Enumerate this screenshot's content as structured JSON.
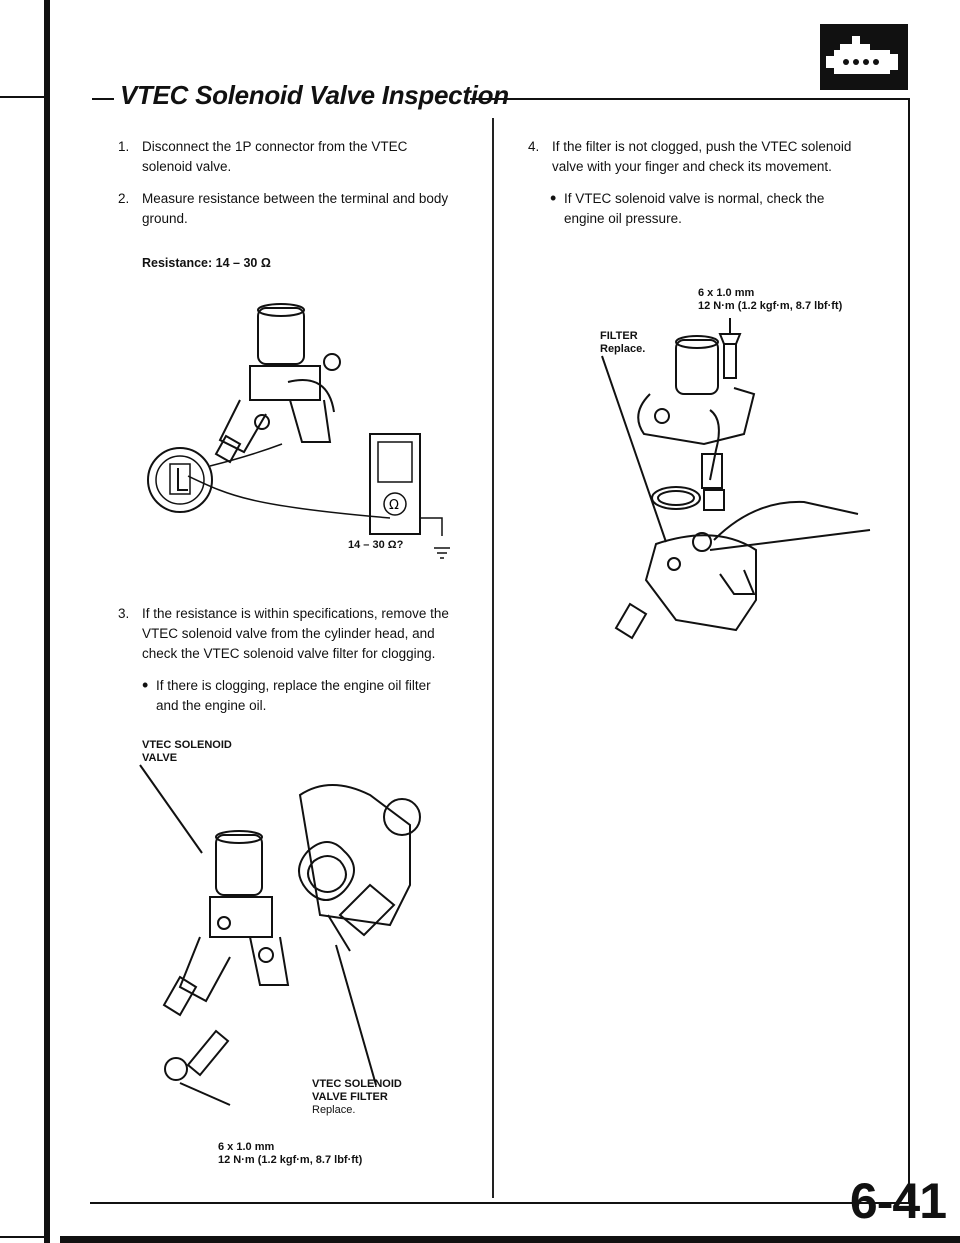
{
  "header": {
    "title": "VTEC Solenoid Valve Inspection",
    "section_icon": "engine-icon"
  },
  "left_column": {
    "steps": [
      {
        "number": "1.",
        "lines": [
          "Disconnect the 1P connector from the VTEC",
          "solenoid valve."
        ]
      },
      {
        "number": "2.",
        "lines": [
          "Measure resistance between the terminal and body",
          "ground."
        ]
      }
    ],
    "resistance_spec": "Resistance: 14 – 30 Ω",
    "meter_label": "14 – 30 Ω?",
    "step3": {
      "number": "3.",
      "lines": [
        "If the resistance is within specifications, remove the",
        "VTEC solenoid valve from the cylinder head, and",
        "check the VTEC solenoid valve filter for clogging."
      ]
    },
    "step3_bullet": {
      "lines": [
        "If there is clogging, replace the engine oil filter",
        "and the engine oil."
      ]
    },
    "diagram2_labels": {
      "valve": [
        "VTEC SOLENOID",
        "VALVE"
      ],
      "filter": [
        "VTEC SOLENOID",
        "VALVE FILTER"
      ],
      "filter_note": "Replace.",
      "bolt_size": "6 x 1.0 mm",
      "torque": "12 N·m (1.2 kgf·m, 8.7 lbf·ft)"
    }
  },
  "right_column": {
    "step4": {
      "number": "4.",
      "lines": [
        "If the filter is not clogged, push the VTEC solenoid",
        "valve with your finger and check its movement."
      ]
    },
    "step4_bullet": {
      "lines": [
        "If VTEC solenoid valve is normal, check the",
        "engine oil pressure."
      ]
    },
    "diagram_labels": {
      "bolt_size": "6 x 1.0 mm",
      "torque": "12 N·m (1.2 kgf·m, 8.7 lbf·ft)",
      "filter": "FILTER",
      "filter_note": "Replace."
    }
  },
  "footer": {
    "page_number": "6-41"
  }
}
